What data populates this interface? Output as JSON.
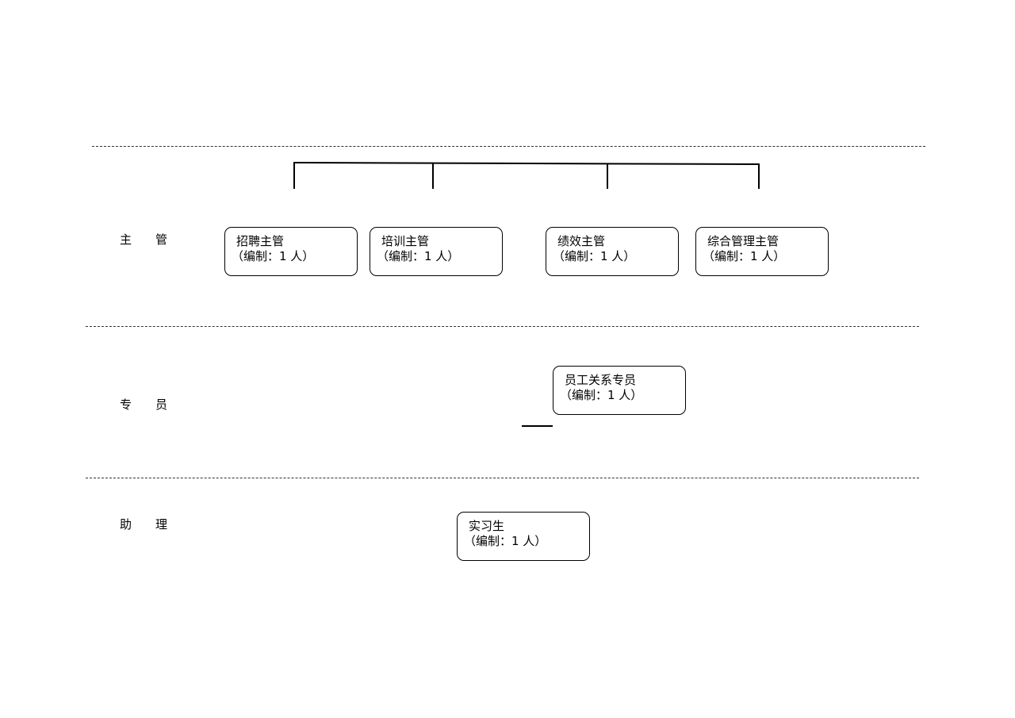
{
  "levels": {
    "supervisor": "主　　管",
    "specialist": "专　　员",
    "assistant": "助　　理"
  },
  "nodes": {
    "recruit": {
      "title": "招聘主管",
      "quota": "（编制：1 人）"
    },
    "training": {
      "title": "培训主管",
      "quota": "（编制：1 人）"
    },
    "performance": {
      "title": "绩效主管",
      "quota": "（编制：1 人）"
    },
    "general": {
      "title": "综合管理主管",
      "quota": "（编制：1 人）"
    },
    "employee_relations": {
      "title": "员工关系专员",
      "quota": "（编制：1 人）"
    },
    "intern": {
      "title": "实习生",
      "quota": "（编制：1 人）"
    }
  },
  "colors": {
    "line": "#000000",
    "dash": "#333333",
    "background": "#ffffff"
  }
}
